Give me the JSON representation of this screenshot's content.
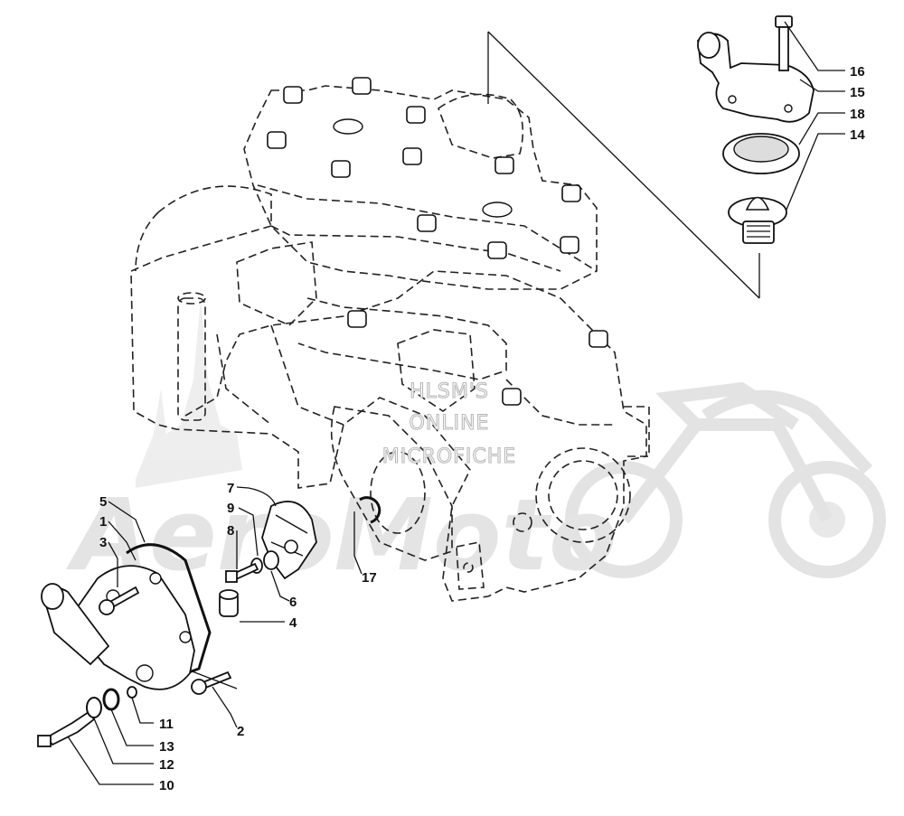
{
  "watermark": {
    "lines": [
      "HLSM'S",
      "ONLINE",
      "MICROFICHE"
    ],
    "brand": "AeroMoto"
  },
  "callouts": [
    {
      "id": "16",
      "label": "16"
    },
    {
      "id": "15",
      "label": "15"
    },
    {
      "id": "18",
      "label": "18"
    },
    {
      "id": "14",
      "label": "14"
    },
    {
      "id": "7",
      "label": "7"
    },
    {
      "id": "9",
      "label": "9"
    },
    {
      "id": "8",
      "label": "8"
    },
    {
      "id": "5",
      "label": "5"
    },
    {
      "id": "1",
      "label": "1"
    },
    {
      "id": "3",
      "label": "3"
    },
    {
      "id": "6",
      "label": "6"
    },
    {
      "id": "4",
      "label": "4"
    },
    {
      "id": "17",
      "label": "17"
    },
    {
      "id": "2",
      "label": "2"
    },
    {
      "id": "11",
      "label": "11"
    },
    {
      "id": "13",
      "label": "13"
    },
    {
      "id": "12",
      "label": "12"
    },
    {
      "id": "10",
      "label": "10"
    }
  ]
}
